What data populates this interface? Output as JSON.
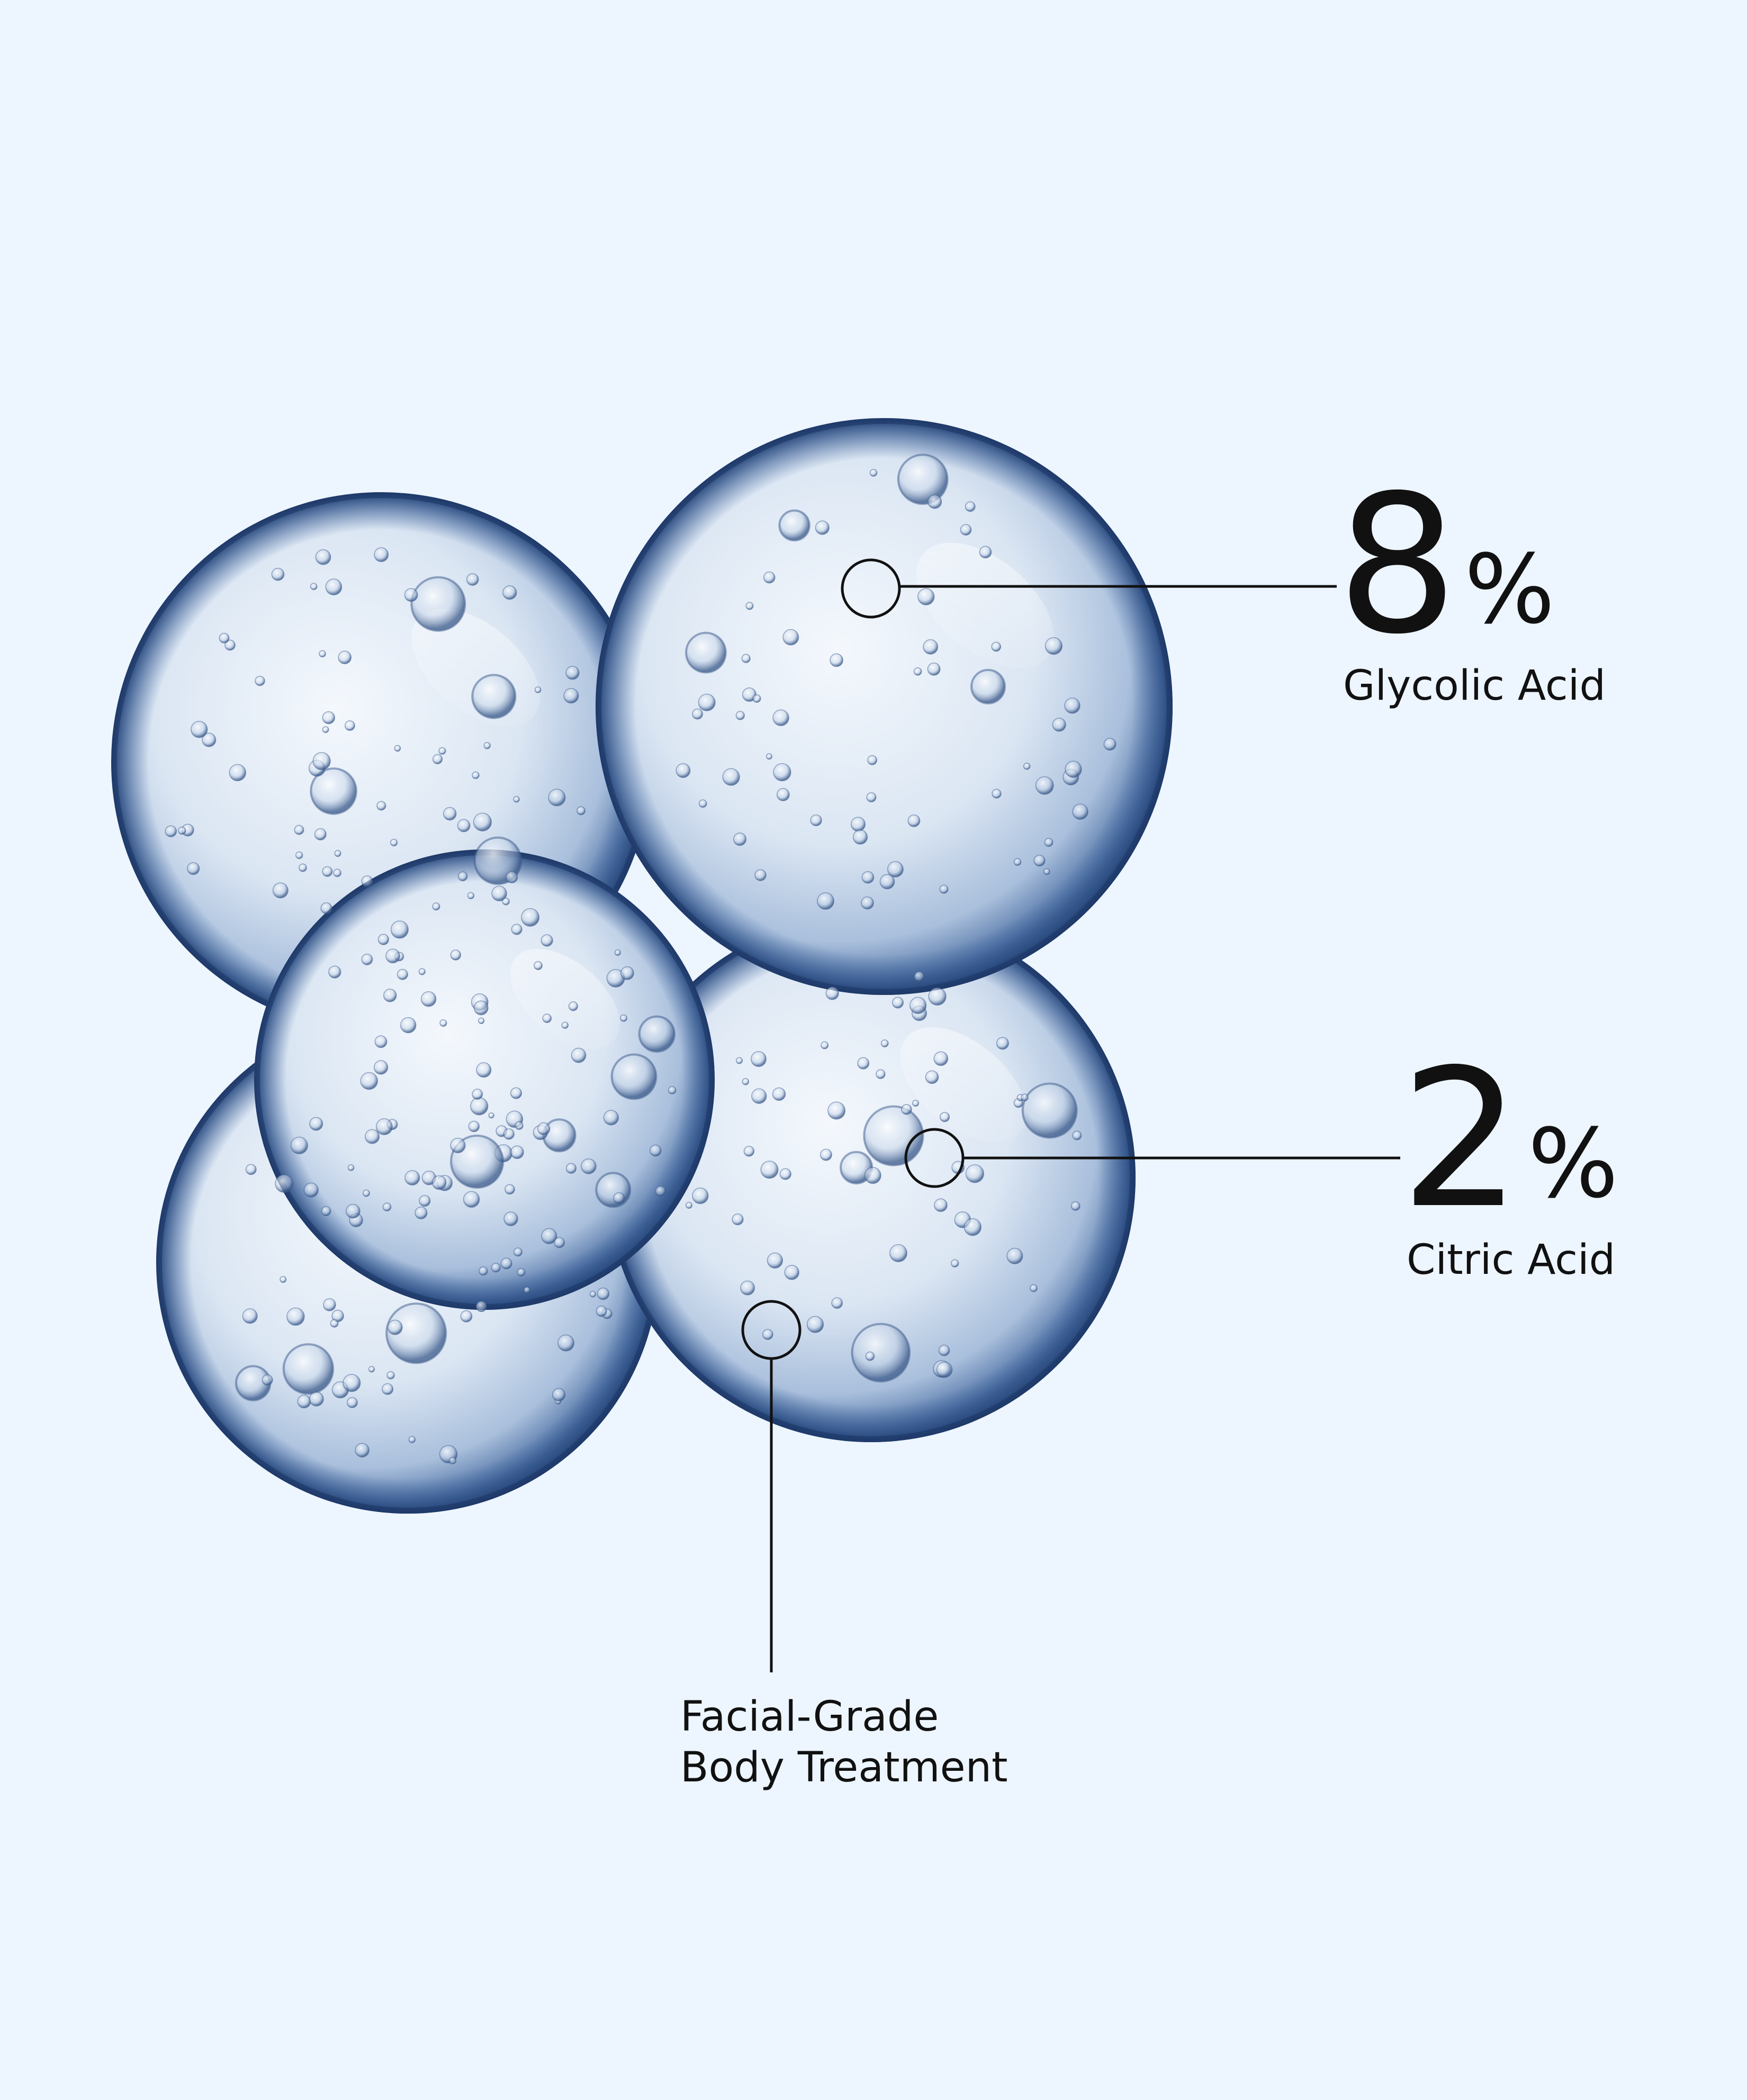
{
  "colors": {
    "background": "#edf5ff",
    "ink": "#111111",
    "sphere_rim": "#3a5a8a",
    "sphere_fill": "#c9d9ee"
  },
  "graphic": {
    "subject": "cluster of five clear blue gel droplet spheres with tiny air bubbles"
  },
  "callouts": {
    "glycolic": {
      "value": "8",
      "unit": "%",
      "label": "Glycolic Acid"
    },
    "citric": {
      "value": "2",
      "unit": "%",
      "label": "Citric Acid"
    },
    "treatment": {
      "line1": "Facial-Grade",
      "line2": "Body Treatment"
    }
  }
}
